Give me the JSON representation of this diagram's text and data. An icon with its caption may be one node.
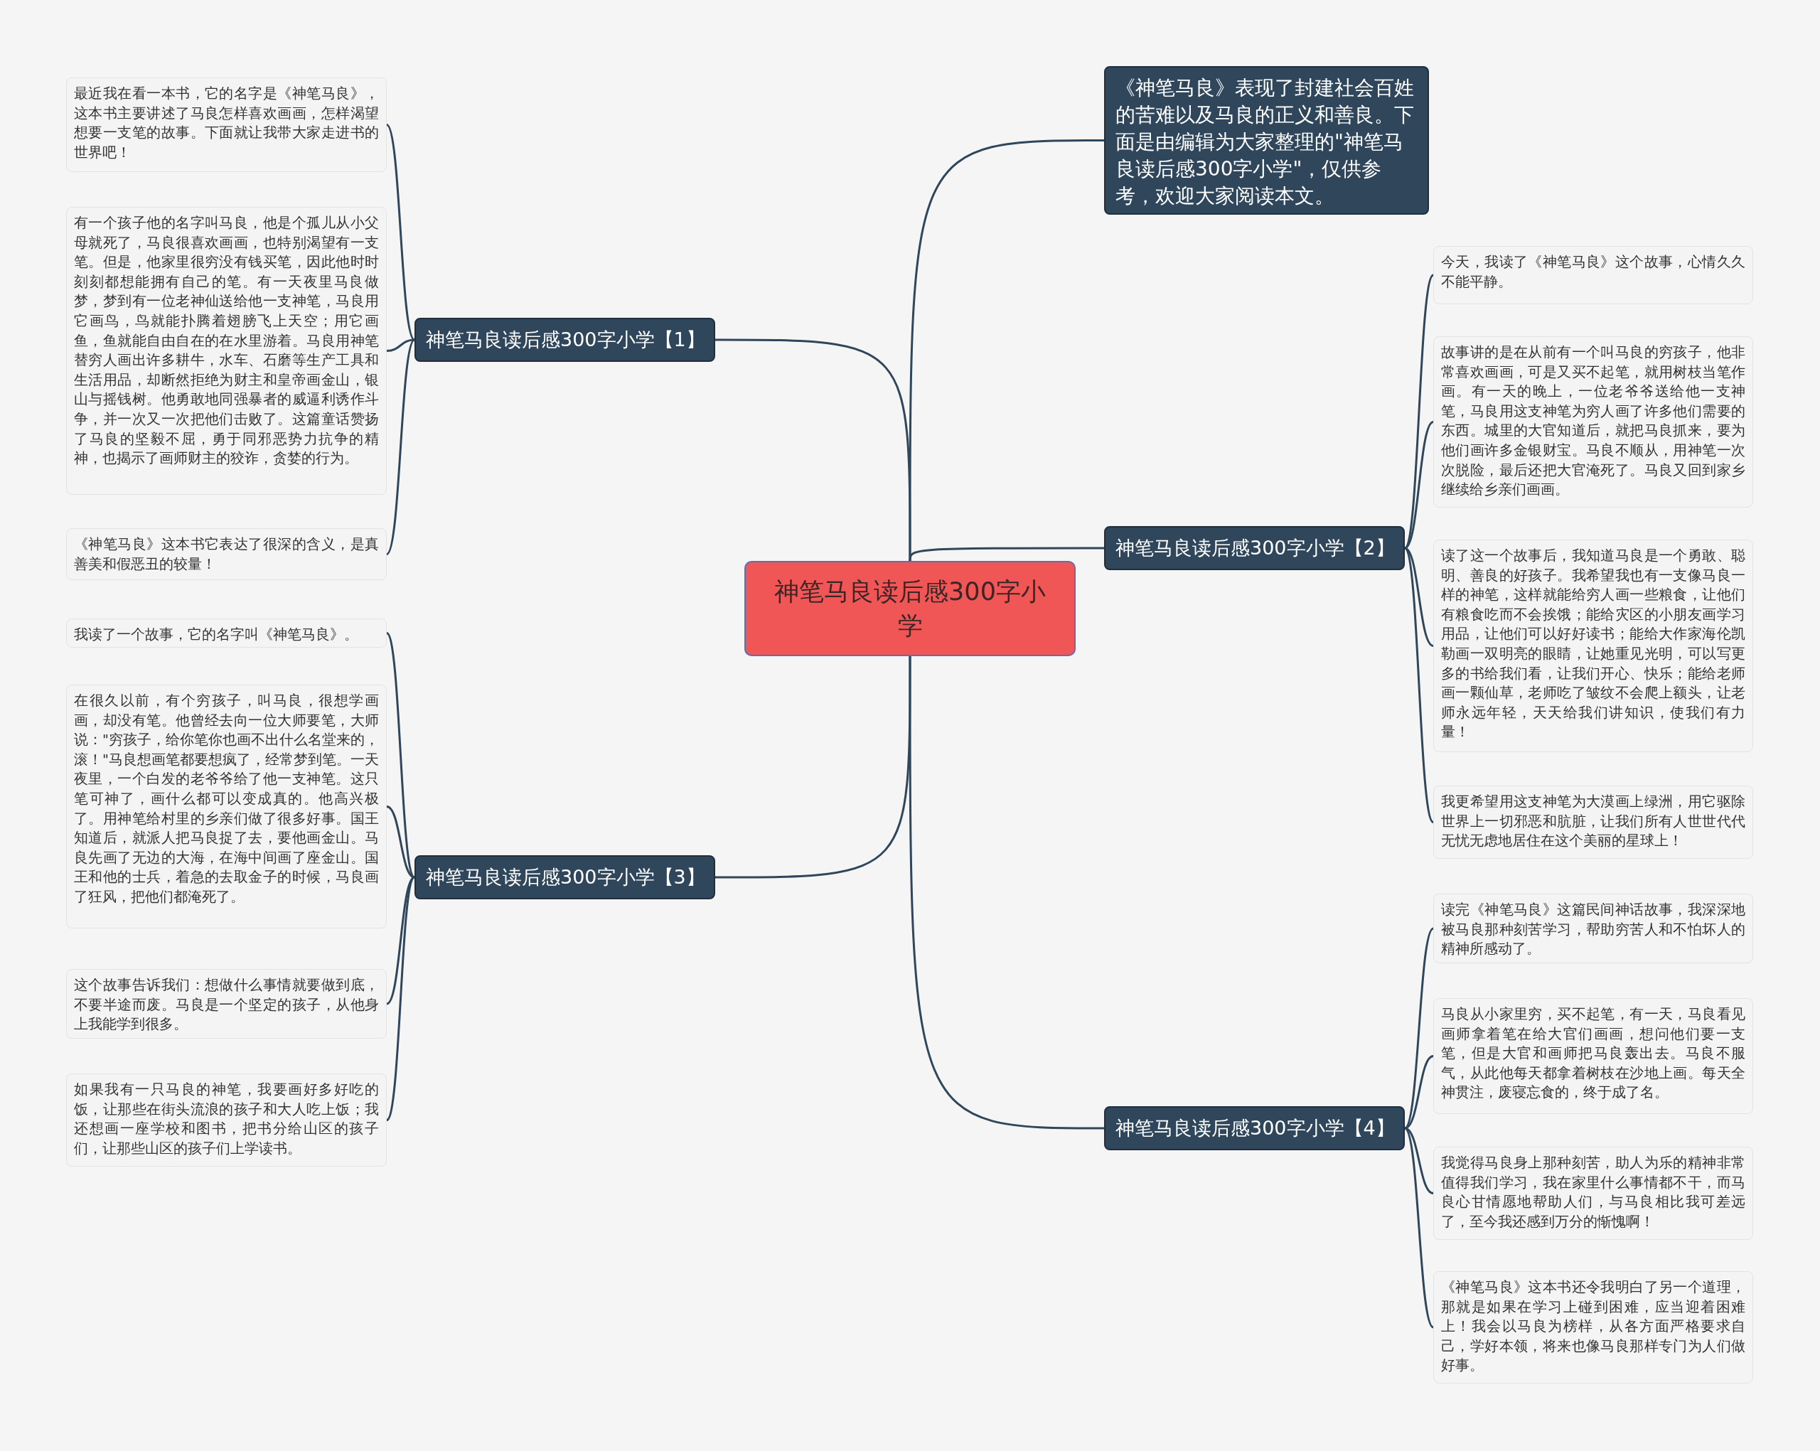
{
  "diagram": {
    "nodes": [
      {
        "text": [
          "神笔马良读后感300字小学"
        ]
      },
      {
        "text": [
          "《神笔马良》表现了封建社会百姓的苦难以及马良的正义和善良。下面是由编辑为大家整理的\"神笔马良读后感300字小学\"，仅供参考，欢迎大家阅读本文。"
        ]
      },
      {
        "text": [
          "神笔马良读后感300字小学【1】"
        ]
      },
      {
        "text": [
          "最近我在看一本书，它的名字是《神笔马良》，这本书主要讲述了马良怎样喜欢画画，怎样渴望想要一支笔的故事。下面就让我带大家走进书的世界吧！"
        ]
      },
      {
        "text": [
          "有一个孩子他的名字叫马良，他是个孤儿从小父母就死了，马良很喜欢画画，也特别渴望有一支笔。但是，他家里很穷没有钱买笔，因此他时时刻刻都想能拥有自己的笔。有一天夜里马良做梦，梦到有一位老神仙送给他一支神笔，马良用它画鸟，鸟就能扑腾着翅膀飞上天空；用它画鱼，鱼就能自由自在的在水里游着。马良用神笔替穷人画出许多耕牛，水车、石磨等生产工具和生活用品，却断然拒绝为财主和皇帝画金山，银山与摇钱树。他勇敢地同强暴者的威逼利诱作斗争，并一次又一次把他们击败了。这篇童话赞扬了马良的坚毅不屈，勇于同邪恶势力抗争的精神，也揭示了画师财主的狡诈，贪婪的行为。"
        ]
      },
      {
        "text": [
          "《神笔马良》这本书它表达了很深的含义，是真善美和假恶丑的较量！"
        ]
      },
      {
        "text": [
          "神笔马良读后感300字小学【2】"
        ]
      },
      {
        "text": [
          "今天，我读了《神笔马良》这个故事，心情久久不能平静。"
        ]
      },
      {
        "text": [
          "故事讲的是在从前有一个叫马良的穷孩子，他非常喜欢画画，可是又买不起笔，就用树枝当笔作画。有一天的晚上，一位老爷爷送给他一支神笔，马良用这支神笔为穷人画了许多他们需要的东西。城里的大官知道后，就把马良抓来，要为他们画许多金银财宝。马良不顺从，用神笔一次次脱险，最后还把大官淹死了。马良又回到家乡继续给乡亲们画画。"
        ]
      },
      {
        "text": [
          "读了这一个故事后，我知道马良是一个勇敢、聪明、善良的好孩子。我希望我也有一支像马良一样的神笔，这样就能给穷人画一些粮食，让他们有粮食吃而不会挨饿；能给灾区的小朋友画学习用品，让他们可以好好读书；能给大作家海伦凯勒画一双明亮的眼睛，让她重见光明，可以写更多的书给我们看，让我们开心、快乐；能给老师画一颗仙草，老师吃了皱纹不会爬上额头，让老师永远年轻，天天给我们讲知识，使我们有力量！"
        ]
      },
      {
        "text": [
          "我更希望用这支神笔为大漠画上绿洲，用它驱除世界上一切邪恶和肮脏，让我们所有人世世代代无忧无虑地居住在这个美丽的星球上！"
        ]
      },
      {
        "text": [
          "神笔马良读后感300字小学【3】"
        ]
      },
      {
        "text": [
          "我读了一个故事，它的名字叫《神笔马良》。"
        ]
      },
      {
        "text": [
          "在很久以前，有个穷孩子，叫马良，很想学画画，却没有笔。他曾经去向一位大师要笔，大师说：\"穷孩子，给你笔你也画不出什么名堂来的，滚！\"马良想画笔都要想疯了，经常梦到笔。一天夜里，一个白发的老爷爷给了他一支神笔。这只笔可神了，画什么都可以变成真的。他高兴极了。用神笔给村里的乡亲们做了很多好事。国王知道后，就派人把马良捉了去，要他画金山。马良先画了无边的大海，在海中间画了座金山。国王和他的士兵，着急的去取金子的时候，马良画了狂风，把他们都淹死了。"
        ]
      },
      {
        "text": [
          "这个故事告诉我们：想做什么事情就要做到底，不要半途而废。马良是一个坚定的孩子，从他身上我能学到很多。"
        ]
      },
      {
        "text": [
          "如果我有一只马良的神笔，我要画好多好吃的饭，让那些在街头流浪的孩子和大人吃上饭；我还想画一座学校和图书，把书分给山区的孩子们，让那些山区的孩子们上学读书。"
        ]
      },
      {
        "text": [
          "神笔马良读后感300字小学【4】"
        ]
      },
      {
        "text": [
          "读完《神笔马良》这篇民间神话故事，我深深地被马良那种刻苦学习，帮助穷苦人和不怕坏人的精神所感动了。"
        ]
      },
      {
        "text": [
          "马良从小家里穷，买不起笔，有一天，马良看见画师拿着笔在给大官们画画，想问他们要一支笔，但是大官和画师把马良轰出去。马良不服气，从此他每天都拿着树枝在沙地上画。每天全神贯注，废寝忘食的，终于成了名。"
        ]
      },
      {
        "text": [
          "我觉得马良身上那种刻苦，助人为乐的精神非常值得我们学习，我在家里什么事情都不干，而马良心甘情愿地帮助人们，与马良相比我可差远了，至今我还感到万分的惭愧啊！"
        ]
      },
      {
        "text": [
          "《神笔马良》这本书还令我明白了另一个道理，那就是如果在学习上碰到困难，应当迎着困难上！我会以马良为榜样，从各方面严格要求自己，学好本领，将来也像马良那样专门为人们做好事。"
        ]
      }
    ],
    "edges": [
      {
        "from": 0,
        "to": 1,
        "arrow": "none"
      },
      {
        "from": 0,
        "to": 2,
        "arrow": "none"
      },
      {
        "from": 2,
        "to": 3,
        "arrow": "none"
      },
      {
        "from": 2,
        "to": 4,
        "arrow": "none"
      },
      {
        "from": 2,
        "to": 5,
        "arrow": "none"
      },
      {
        "from": 0,
        "to": 6,
        "arrow": "none"
      },
      {
        "from": 6,
        "to": 7,
        "arrow": "none"
      },
      {
        "from": 6,
        "to": 8,
        "arrow": "none"
      },
      {
        "from": 6,
        "to": 9,
        "arrow": "none"
      },
      {
        "from": 6,
        "to": 10,
        "arrow": "none"
      },
      {
        "from": 0,
        "to": 11,
        "arrow": "none"
      },
      {
        "from": 11,
        "to": 12,
        "arrow": "none"
      },
      {
        "from": 11,
        "to": 13,
        "arrow": "none"
      },
      {
        "from": 11,
        "to": 14,
        "arrow": "none"
      },
      {
        "from": 11,
        "to": 15,
        "arrow": "none"
      },
      {
        "from": 0,
        "to": 16,
        "arrow": "none"
      },
      {
        "from": 16,
        "to": 17,
        "arrow": "none"
      },
      {
        "from": 16,
        "to": 18,
        "arrow": "none"
      },
      {
        "from": 16,
        "to": 19,
        "arrow": "none"
      },
      {
        "from": 16,
        "to": 20,
        "arrow": "none"
      }
    ]
  }
}
